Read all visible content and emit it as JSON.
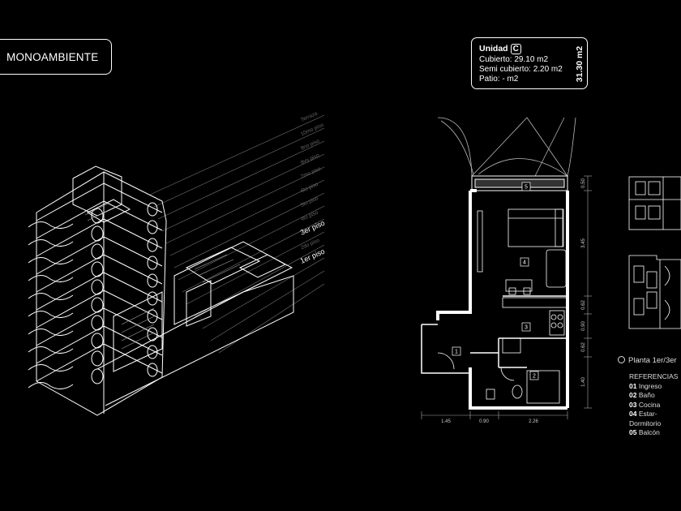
{
  "header": {
    "type_label": "MONOAMBIENTE"
  },
  "unit_box": {
    "title": "Unidad",
    "letter": "C",
    "covered": "Cubierto: 29.10 m2",
    "semi_covered": "Semi cubierto: 2.20 m2",
    "patio": "Patio: - m2",
    "total": "31.30 m2"
  },
  "building": {
    "floor_tags": [
      "Terraza",
      "10mo piso",
      "9no piso",
      "8vo piso",
      "7mo piso",
      "6to piso",
      "5to piso",
      "4to piso",
      "3er piso",
      "2do piso",
      "1er piso"
    ],
    "highlighted": [
      "3er piso",
      "1er piso"
    ]
  },
  "plan": {
    "room_numbers": [
      "1",
      "2",
      "3",
      "4",
      "5"
    ],
    "bottom_dims": [
      "1.45",
      "0.90",
      "2.26"
    ],
    "side_dims": [
      "0.50",
      "3.45",
      "0.62",
      "0.90",
      "0.62",
      "1.40"
    ]
  },
  "legend": {
    "floors": "Planta 1er/3er",
    "title": "REFERENCIAS",
    "items": [
      {
        "num": "01",
        "label": "Ingreso"
      },
      {
        "num": "02",
        "label": "Baño"
      },
      {
        "num": "03",
        "label": "Cocina"
      },
      {
        "num": "04",
        "label": "Estar-Dormitorio"
      },
      {
        "num": "05",
        "label": "Balcón"
      }
    ]
  }
}
